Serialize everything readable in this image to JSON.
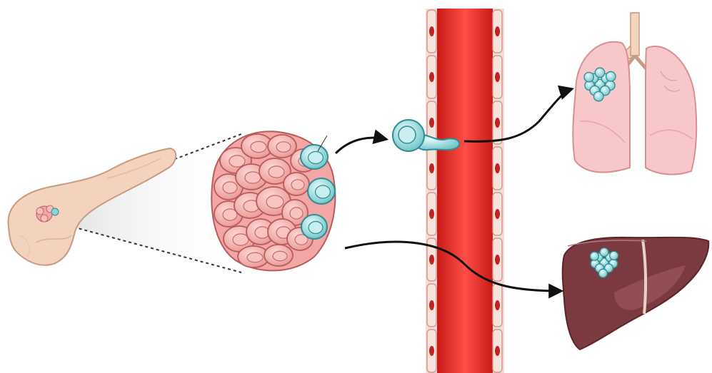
{
  "figure": {
    "labels": [],
    "colors": {
      "background": "#ffffff",
      "pancreas_fill": "#f3d3bd",
      "pancreas_stroke": "#c99a82",
      "tumor_cell_fill": "#f2a6a6",
      "tumor_cell_stroke": "#b85b5b",
      "metastatic_cell_fill": "#8fd3d6",
      "metastatic_cell_stroke": "#2f8d93",
      "vessel_wall": "#e8b0a4",
      "vessel_lumen": "#e0241f",
      "red_blood_cell": "#c62222",
      "lung_fill": "#f7c7c9",
      "lung_stroke": "#d78f94",
      "trachea": "#f1d5bd",
      "liver_fill": "#7a3a40",
      "liver_light": "#9a5359",
      "arrow": "#111111"
    },
    "components": [
      {
        "id": "pancreas",
        "icon": "pancreas-icon"
      },
      {
        "id": "primary-tumor",
        "icon": "cell-cluster-icon"
      },
      {
        "id": "invading-cell",
        "icon": "migrating-cell-icon"
      },
      {
        "id": "blood-vessel",
        "icon": "blood-vessel-icon"
      },
      {
        "id": "lungs",
        "icon": "lungs-icon"
      },
      {
        "id": "liver",
        "icon": "liver-icon"
      }
    ]
  }
}
